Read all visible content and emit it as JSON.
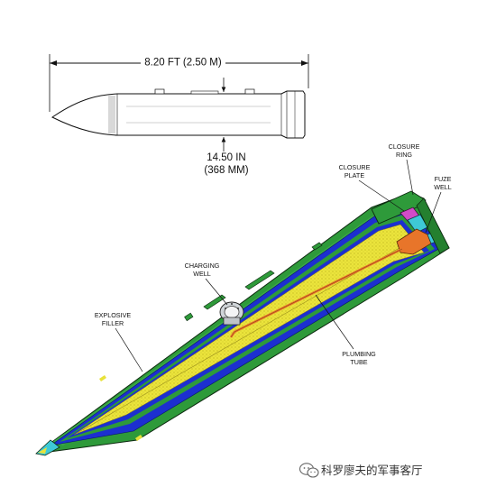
{
  "dimensions": {
    "length": "8.20 FT (2.50 M)",
    "diameter_line1": "14.50 IN",
    "diameter_line2": "(368 MM)"
  },
  "labels": {
    "closure_ring": [
      "CLOSURE",
      "RING"
    ],
    "closure_plate": [
      "CLOSURE",
      "PLATE"
    ],
    "fuze_well": [
      "FUZE",
      "WELL"
    ],
    "charging_well": [
      "CHARGING",
      "WELL"
    ],
    "explosive_filler": [
      "EXPLOSIVE",
      "FILLER"
    ],
    "plumbing_tube": [
      "PLUMBING",
      "TUBE"
    ]
  },
  "watermark": {
    "text": "科罗廖夫的军事客厅",
    "icon": "wechat-icon"
  },
  "colors": {
    "casing_green": "#2e9a3a",
    "liner_blue": "#1c2fd0",
    "filler_yellow": "#e9e23a",
    "tube_orange": "#e8752a",
    "plate_magenta": "#d24cc8",
    "cyan_part": "#3ec9d6"
  }
}
